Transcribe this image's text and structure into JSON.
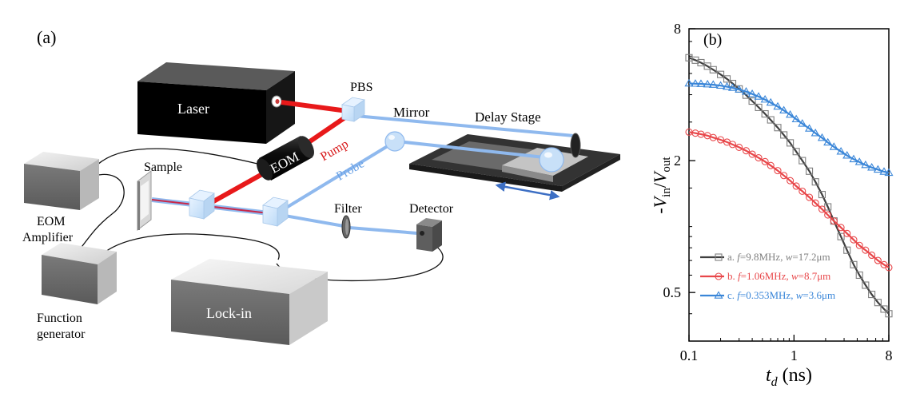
{
  "panel_a": {
    "panel_label": "(a)",
    "labels": {
      "laser": "Laser",
      "pbs": "PBS",
      "mirror": "Mirror",
      "delay_stage": "Delay Stage",
      "eom": "EOM",
      "pump": "Pump",
      "probe": "Probe",
      "sample": "Sample",
      "filter": "Filter",
      "detector": "Detector",
      "eom_amplifier_line1": "EOM",
      "eom_amplifier_line2": "Amplifier",
      "function_generator_line1": "Function",
      "function_generator_line2": "generator",
      "lock_in": "Lock-in"
    },
    "colors": {
      "pump_beam": "#e8191a",
      "probe_beam": "#6aa2e6",
      "pump_text": "#d8191a",
      "probe_text": "#6aa2e6",
      "stage_arrow": "#3d6fc4"
    }
  },
  "chart_data": {
    "type": "scatter",
    "panel_label": "(b)",
    "xscale": "log",
    "yscale": "log",
    "xlim": [
      0.1,
      8
    ],
    "ylim": [
      0.3,
      8
    ],
    "xticks": [
      0.1,
      1,
      8
    ],
    "xtick_labels": [
      "0.1",
      "1",
      "8"
    ],
    "yticks": [
      0.5,
      2,
      8
    ],
    "ytick_labels": [
      "0.5",
      "2",
      "8"
    ],
    "xlabel_main": "t",
    "xlabel_sub": "d",
    "xlabel_unit": " (ns)",
    "ylabel_prefix": "-",
    "ylabel_v1": "V",
    "ylabel_sub1": "in",
    "ylabel_slash": "/",
    "ylabel_v2": "V",
    "ylabel_sub2": "out",
    "legend_position": "bottom-left",
    "series": [
      {
        "name": "a. f=9.8MHz, w=17.2μm",
        "legend": {
          "prefix": "a. ",
          "f": "f",
          "fval": "=9.8MHz, ",
          "w": "w",
          "wval": "=17.2μm"
        },
        "marker": "square",
        "color": "#7f7f7f",
        "line_color": "#3f3f3f",
        "x": [
          0.1,
          0.115,
          0.13,
          0.15,
          0.17,
          0.2,
          0.23,
          0.26,
          0.3,
          0.35,
          0.4,
          0.46,
          0.53,
          0.6,
          0.7,
          0.8,
          0.92,
          1.05,
          1.2,
          1.4,
          1.6,
          1.85,
          2.1,
          2.4,
          2.8,
          3.2,
          3.7,
          4.2,
          4.8,
          5.5,
          6.3,
          7.2,
          8.0
        ],
        "y": [
          5.9,
          5.75,
          5.6,
          5.4,
          5.2,
          4.95,
          4.72,
          4.5,
          4.25,
          3.98,
          3.74,
          3.5,
          3.27,
          3.07,
          2.83,
          2.62,
          2.41,
          2.2,
          2.0,
          1.79,
          1.6,
          1.4,
          1.23,
          1.06,
          0.9,
          0.78,
          0.67,
          0.6,
          0.54,
          0.49,
          0.45,
          0.42,
          0.4
        ]
      },
      {
        "name": "b. f=1.06MHz, w=8.7μm",
        "legend": {
          "prefix": "b. ",
          "f": "f",
          "fval": "=1.06MHz, ",
          "w": "w",
          "wval": "=8.7μm"
        },
        "marker": "circle",
        "color": "#e8474a",
        "line_color": "#e8474a",
        "x": [
          0.1,
          0.115,
          0.13,
          0.15,
          0.17,
          0.2,
          0.23,
          0.26,
          0.3,
          0.35,
          0.4,
          0.46,
          0.53,
          0.6,
          0.7,
          0.8,
          0.92,
          1.05,
          1.2,
          1.4,
          1.6,
          1.85,
          2.1,
          2.4,
          2.8,
          3.2,
          3.7,
          4.2,
          4.8,
          5.5,
          6.3,
          7.2,
          8.0
        ],
        "y": [
          2.7,
          2.67,
          2.64,
          2.6,
          2.55,
          2.49,
          2.43,
          2.37,
          2.3,
          2.22,
          2.14,
          2.06,
          1.98,
          1.9,
          1.8,
          1.71,
          1.62,
          1.53,
          1.45,
          1.36,
          1.28,
          1.2,
          1.13,
          1.06,
          0.99,
          0.93,
          0.87,
          0.82,
          0.78,
          0.74,
          0.7,
          0.67,
          0.65
        ]
      },
      {
        "name": "c. f=0.353MHz, w=3.6μm",
        "legend": {
          "prefix": "c. ",
          "f": "f",
          "fval": "=0.353MHz, ",
          "w": "w",
          "wval": "=3.6μm"
        },
        "marker": "triangle",
        "color": "#3a86d8",
        "line_color": "#3a86d8",
        "x": [
          0.1,
          0.115,
          0.13,
          0.15,
          0.17,
          0.2,
          0.23,
          0.26,
          0.3,
          0.35,
          0.4,
          0.46,
          0.53,
          0.6,
          0.7,
          0.8,
          0.92,
          1.05,
          1.2,
          1.4,
          1.6,
          1.85,
          2.1,
          2.4,
          2.8,
          3.2,
          3.7,
          4.2,
          4.8,
          5.5,
          6.3,
          7.2,
          8.0
        ],
        "y": [
          4.5,
          4.49,
          4.48,
          4.46,
          4.44,
          4.4,
          4.35,
          4.3,
          4.22,
          4.13,
          4.03,
          3.92,
          3.8,
          3.68,
          3.53,
          3.39,
          3.24,
          3.09,
          2.95,
          2.8,
          2.67,
          2.54,
          2.42,
          2.31,
          2.2,
          2.11,
          2.03,
          1.97,
          1.91,
          1.86,
          1.82,
          1.78,
          1.76
        ]
      }
    ]
  }
}
